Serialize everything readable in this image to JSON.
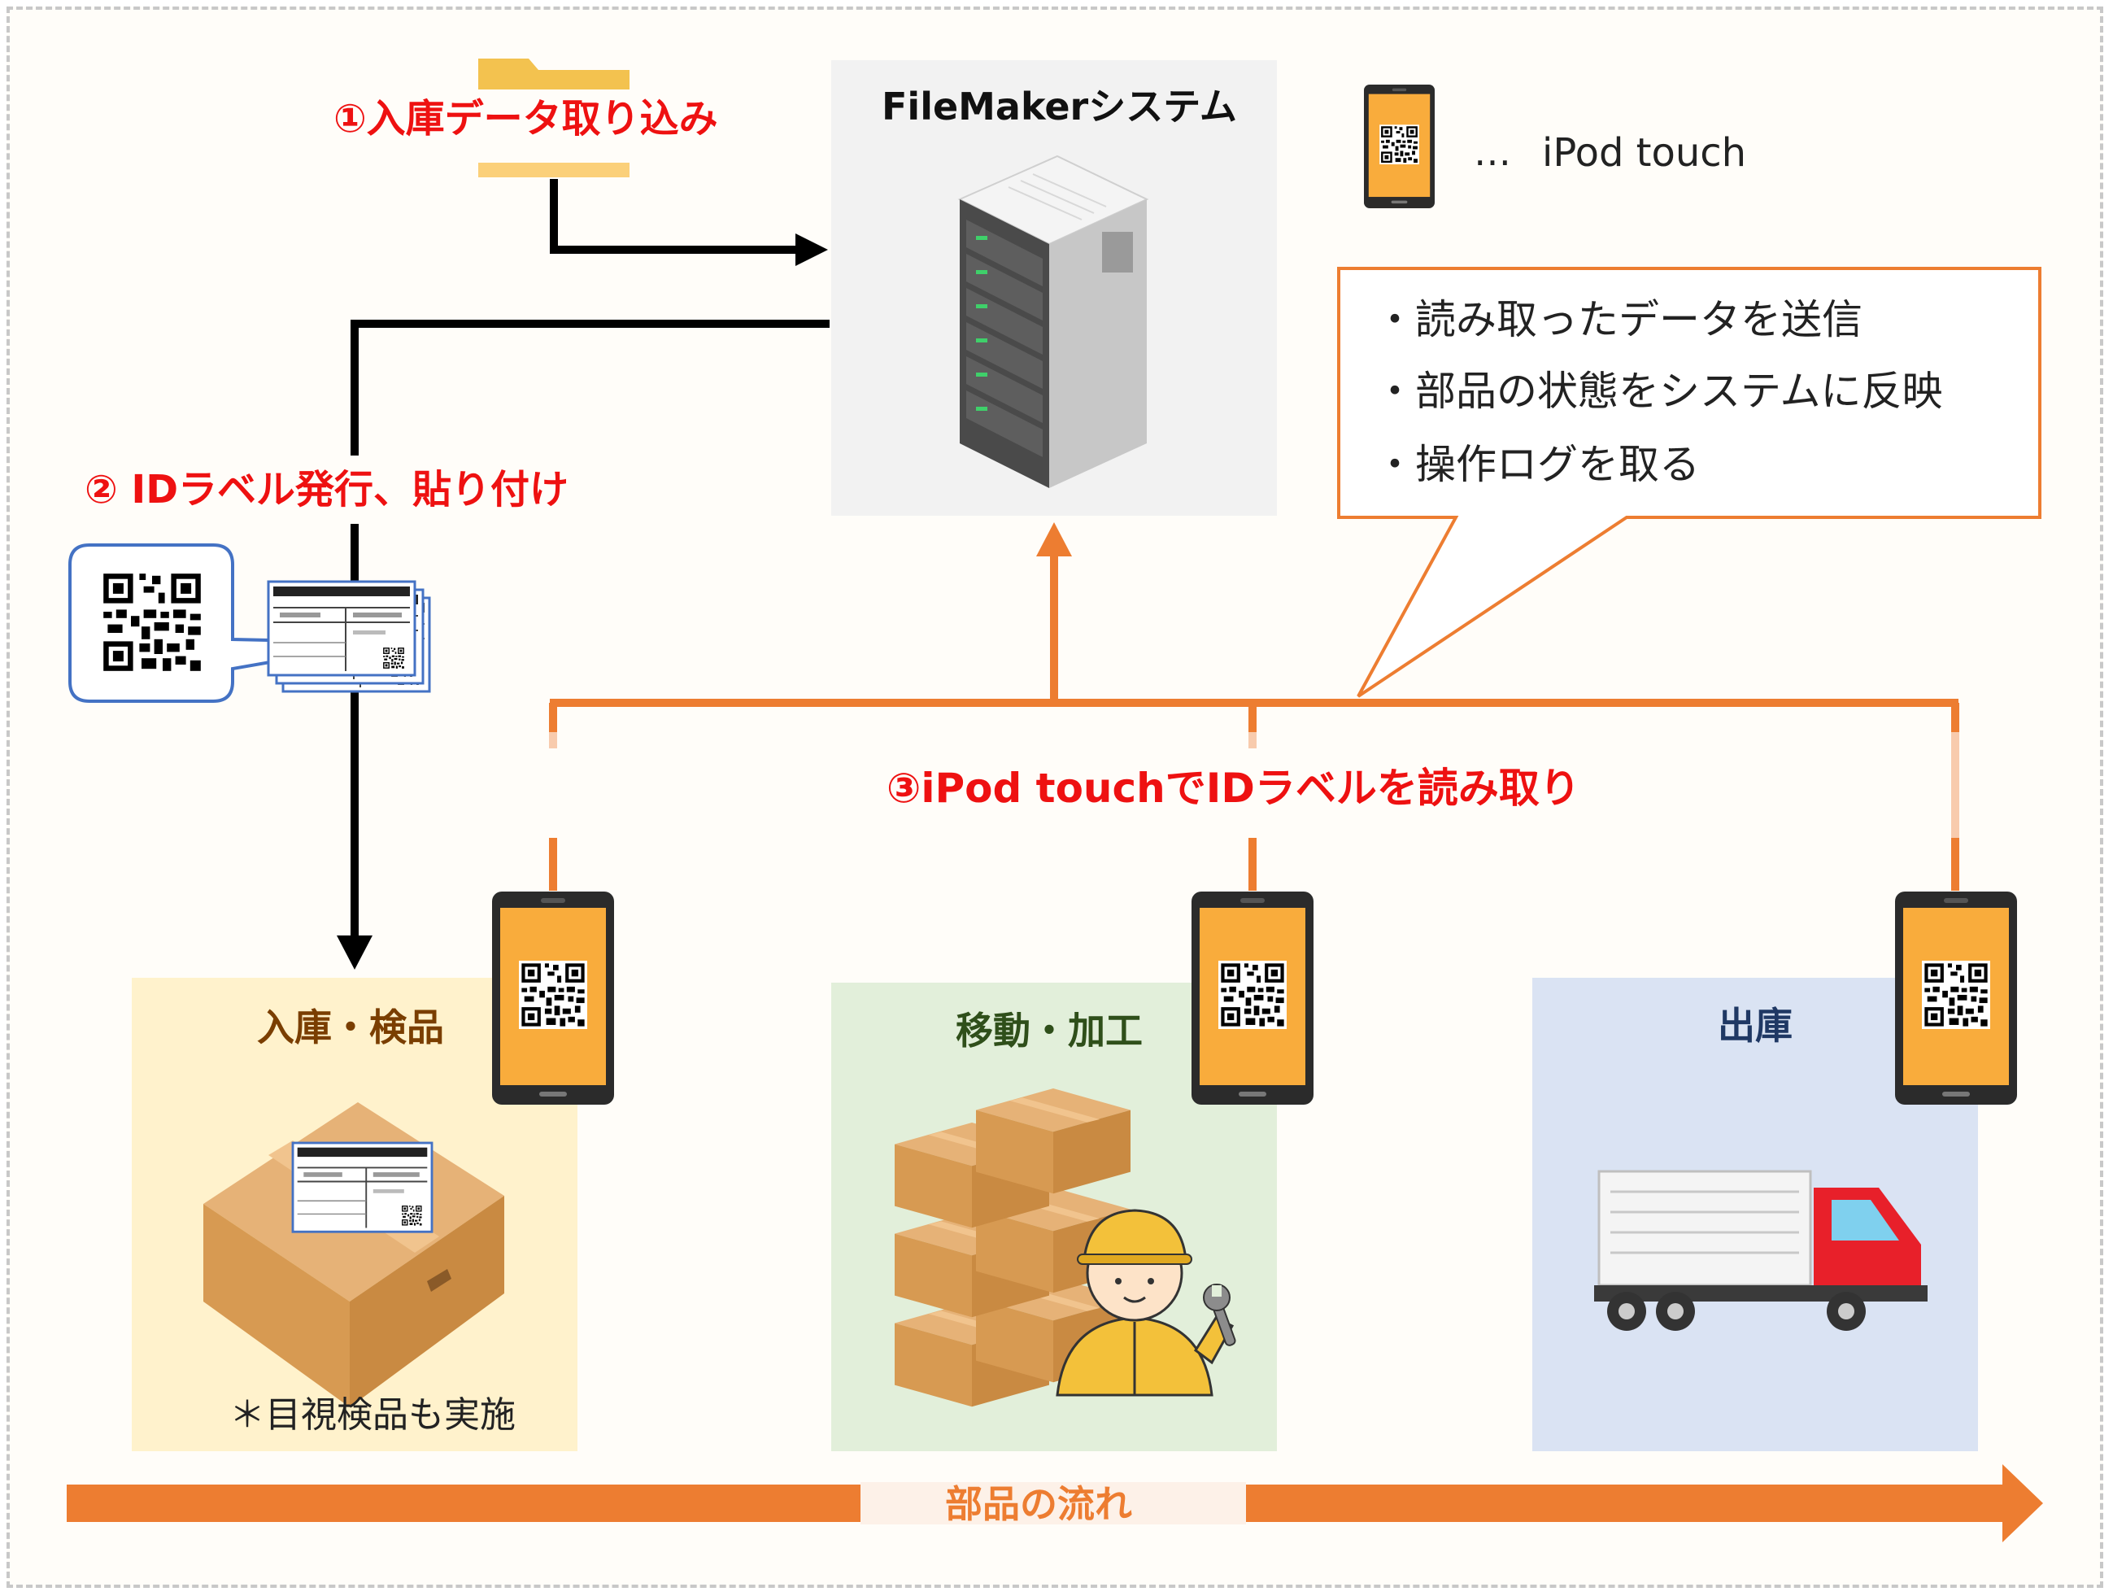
{
  "system": {
    "title": "FileMakerシステム"
  },
  "legend": {
    "separator": "…",
    "device_name": "iPod touch"
  },
  "steps": {
    "step1": "①入庫データ取り込み",
    "step2": "② IDラベル発行、貼り付け",
    "step3": "③iPod touchでIDラベルを読み取り"
  },
  "callout": {
    "items": [
      "・読み取ったデータを送信",
      "・部品の状態をシステムに反映",
      "・操作ログを取る"
    ]
  },
  "stages": {
    "receiving": {
      "label": "入庫・検品",
      "note": "＊目視検品も実施"
    },
    "processing": {
      "label": "移動・加工"
    },
    "shipping": {
      "label": "出庫"
    }
  },
  "flow": {
    "label": "部品の流れ"
  },
  "colors": {
    "orange": "#ed7d31",
    "red_text": "#ee1111",
    "receiving_bg": "#fff2cc",
    "processing_bg": "#e2efda",
    "shipping_bg": "#dae3f3",
    "server_bg": "#f2f2f2",
    "phone_body": "#f9ac3c"
  },
  "icons": [
    "folder-icon",
    "server-icon",
    "phone-icon",
    "qr-code-icon",
    "cardboard-box-icon",
    "worker-icon",
    "wrench-icon",
    "truck-icon"
  ]
}
